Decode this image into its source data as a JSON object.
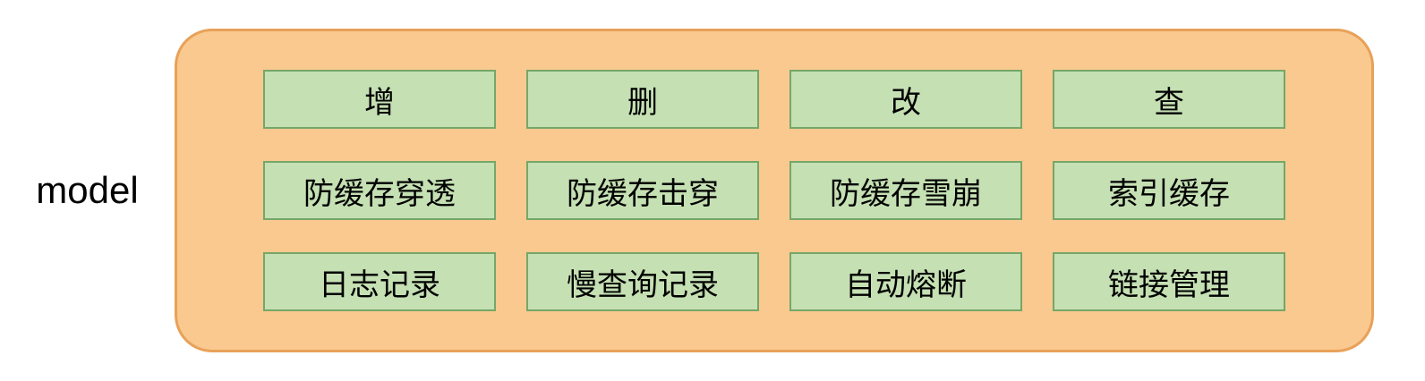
{
  "label": "model",
  "colors": {
    "container_fill": "#F9C98F",
    "container_border": "#E8A159",
    "box_fill": "#C5E0B3",
    "box_border": "#74A768",
    "text_color": "#000000"
  },
  "grid": {
    "rows": [
      [
        "增",
        "删",
        "改",
        "查"
      ],
      [
        "防缓存穿透",
        "防缓存击穿",
        "防缓存雪崩",
        "索引缓存"
      ],
      [
        "日志记录",
        "慢查询记录",
        "自动熔断",
        "链接管理"
      ]
    ]
  }
}
